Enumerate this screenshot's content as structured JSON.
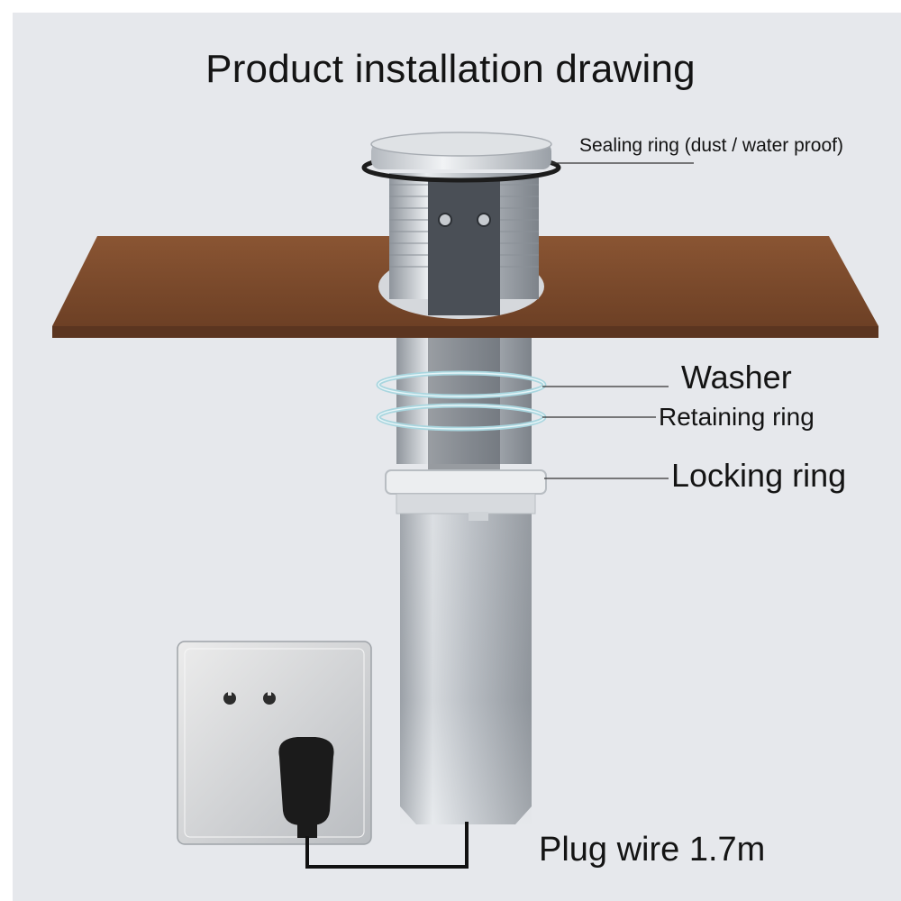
{
  "title": "Product installation drawing",
  "labels": {
    "sealing_ring": "Sealing ring (dust / water proof)",
    "washer": "Washer",
    "retaining_ring": "Retaining ring",
    "locking_ring": "Locking ring",
    "plug_wire": "Plug wire 1.7m"
  },
  "colors": {
    "background": "#e6e8ec",
    "tabletop": "#7a4a2a",
    "tube": "#c9cdd2",
    "leader_line": "#333333"
  },
  "icons": {
    "wall_socket": "socket-icon",
    "plug": "plug-icon"
  }
}
